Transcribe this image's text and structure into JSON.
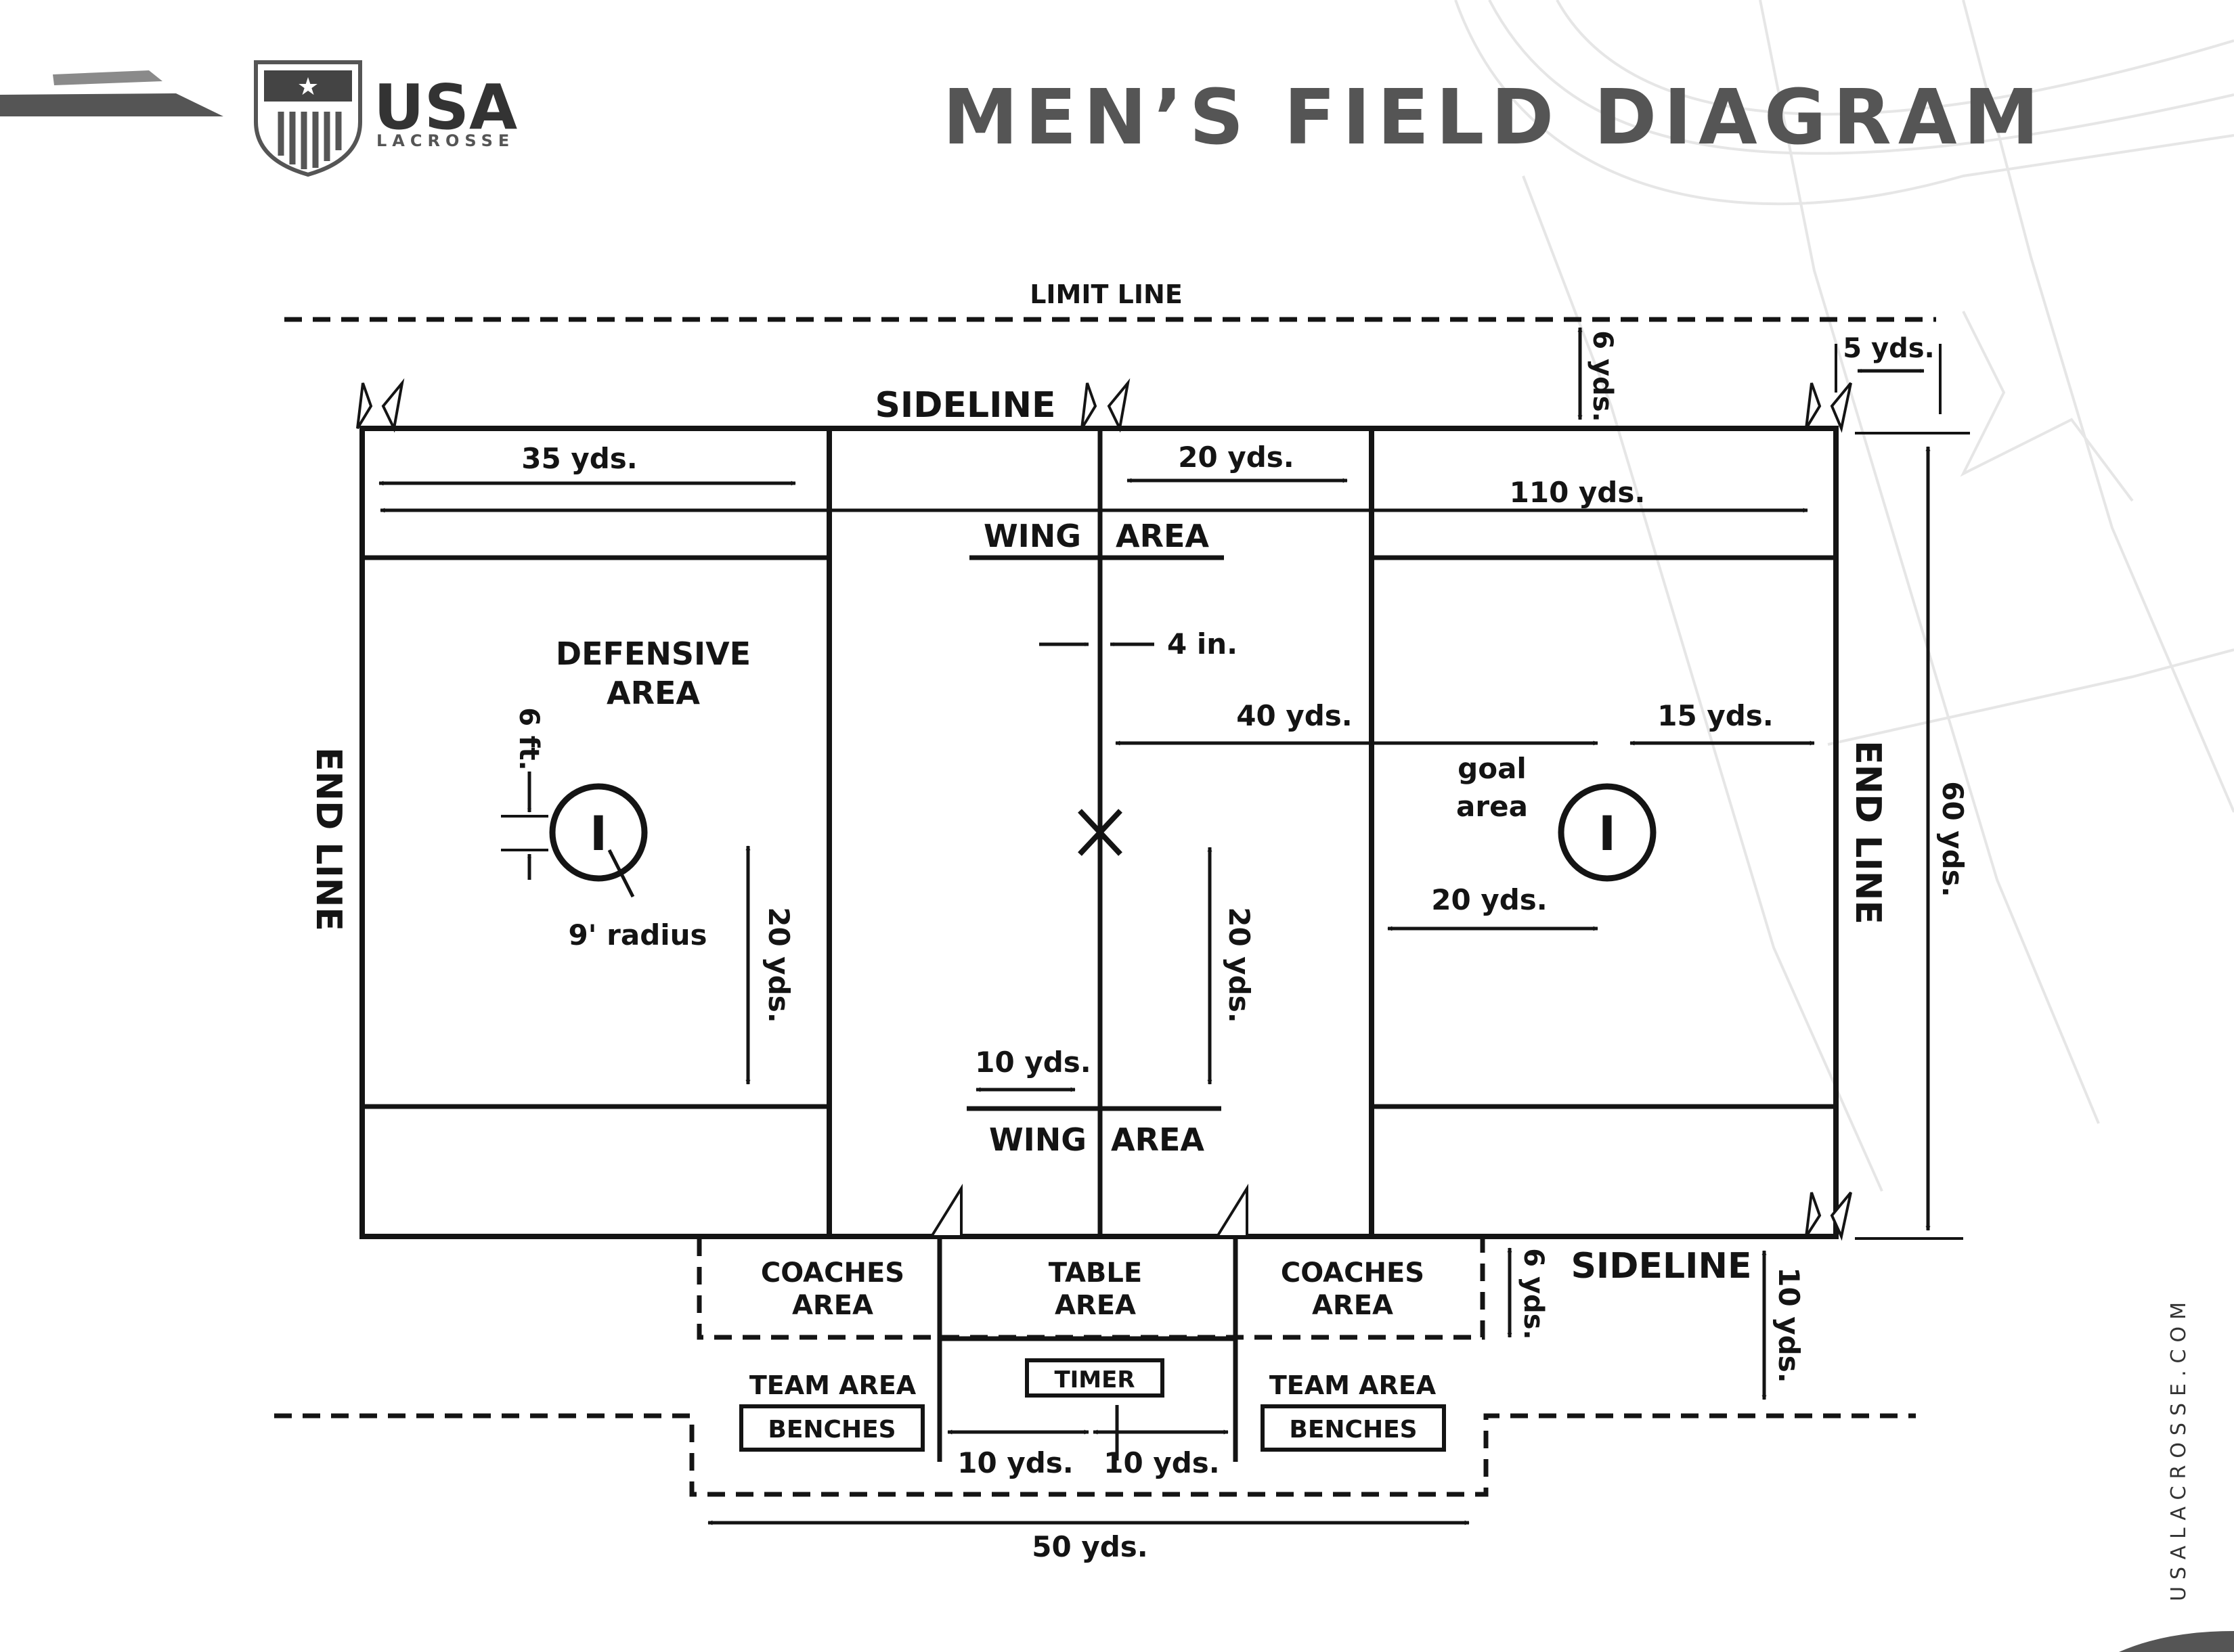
{
  "header": {
    "title": "MEN’S FIELD DIAGRAM",
    "logo_text": "USA",
    "logo_subtext": "LACROSSE"
  },
  "side_url": "USALACROSSE.COM",
  "colors": {
    "ink": "#141414",
    "title_gray": "#555555",
    "watermark": "#e6e6e6"
  },
  "field": {
    "limit_line": "LIMIT LINE",
    "sideline_top": "SIDELINE",
    "sideline_bottom": "SIDELINE",
    "end_line_left": "END LINE",
    "end_line_right": "END LINE",
    "wing_area_top": [
      "WING",
      "AREA"
    ],
    "wing_area_bottom": [
      "WING",
      "AREA"
    ],
    "defensive_area": [
      "DEFENSIVE",
      "AREA"
    ],
    "goal_area": [
      "goal",
      "area"
    ],
    "crease_radius": "9' radius",
    "goal_width": "6 ft.",
    "center_line_width": "4 in.",
    "goal_symbol": "I"
  },
  "measurements": {
    "m35": "35 yds.",
    "m20_top": "20 yds.",
    "m110": "110 yds.",
    "m40": "40 yds.",
    "m15": "15 yds.",
    "m20_goal": "20 yds.",
    "m20_left_vertical": "20 yds.",
    "m20_center_vertical": "20 yds.",
    "m10_wing": "10 yds.",
    "m6_top": "6 yds.",
    "m5": "5 yds.",
    "m60": "60 yds.",
    "m6_bottom": "6 yds.",
    "m10_sideline": "10 yds.",
    "m10_timer_left": "10 yds.",
    "m10_timer_right": "10 yds.",
    "m50": "50 yds."
  },
  "bench_area": {
    "coaches_left": [
      "COACHES",
      "AREA"
    ],
    "table": [
      "TABLE",
      "AREA"
    ],
    "coaches_right": [
      "COACHES",
      "AREA"
    ],
    "team_area_left": "TEAM AREA",
    "benches_left": "BENCHES",
    "timer": "TIMER",
    "team_area_right": "TEAM AREA",
    "benches_right": "BENCHES"
  }
}
